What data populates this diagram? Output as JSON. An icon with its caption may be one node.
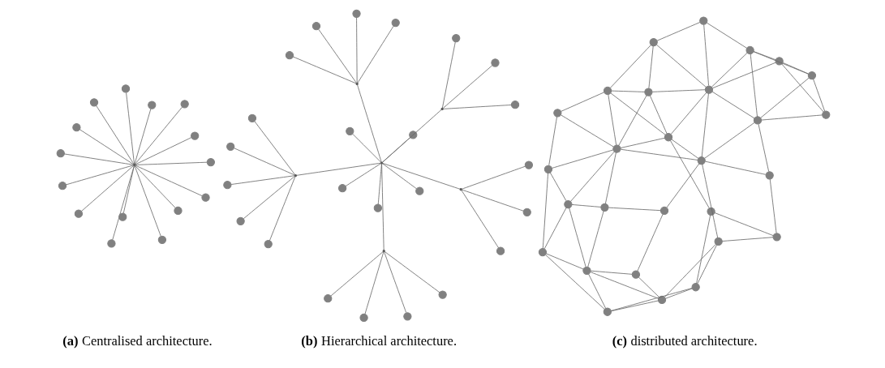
{
  "diagram": {
    "nodes": [
      {
        "text": [],
        "shape": "point"
      },
      {
        "text": [],
        "shape": "circle"
      },
      {
        "text": [],
        "shape": "circle"
      },
      {
        "text": [],
        "shape": "circle"
      },
      {
        "text": [],
        "shape": "circle"
      },
      {
        "text": [],
        "shape": "circle"
      },
      {
        "text": [],
        "shape": "circle"
      },
      {
        "text": [],
        "shape": "circle"
      },
      {
        "text": [],
        "shape": "circle"
      },
      {
        "text": [],
        "shape": "circle"
      },
      {
        "text": [],
        "shape": "circle"
      },
      {
        "text": [],
        "shape": "circle"
      },
      {
        "text": [],
        "shape": "circle"
      },
      {
        "text": [],
        "shape": "circle"
      },
      {
        "text": [],
        "shape": "circle"
      },
      {
        "text": [],
        "shape": "circle"
      },
      {
        "text": [],
        "shape": "point"
      },
      {
        "text": [],
        "shape": "point"
      },
      {
        "text": [],
        "shape": "circle"
      },
      {
        "text": [],
        "shape": "circle"
      },
      {
        "text": [],
        "shape": "circle"
      },
      {
        "text": [],
        "shape": "circle"
      },
      {
        "text": [],
        "shape": "point"
      },
      {
        "text": [],
        "shape": "circle"
      },
      {
        "text": [],
        "shape": "circle"
      },
      {
        "text": [],
        "shape": "circle"
      },
      {
        "text": [],
        "shape": "circle"
      },
      {
        "text": [],
        "shape": "circle"
      },
      {
        "text": [],
        "shape": "circle"
      },
      {
        "text": [],
        "shape": "circle"
      },
      {
        "text": [],
        "shape": "circle"
      },
      {
        "text": [],
        "shape": "circle"
      },
      {
        "text": [],
        "shape": "point"
      },
      {
        "text": [],
        "shape": "circle"
      },
      {
        "text": [],
        "shape": "circle"
      },
      {
        "text": [],
        "shape": "circle"
      },
      {
        "text": [],
        "shape": "circle"
      },
      {
        "text": [],
        "shape": "circle"
      },
      {
        "text": [],
        "shape": "point"
      },
      {
        "text": [],
        "shape": "circle"
      },
      {
        "text": [],
        "shape": "circle"
      },
      {
        "text": [],
        "shape": "circle"
      },
      {
        "text": [],
        "shape": "point"
      },
      {
        "text": [],
        "shape": "circle"
      },
      {
        "text": [],
        "shape": "circle"
      },
      {
        "text": [],
        "shape": "circle"
      },
      {
        "text": [],
        "shape": "circle"
      },
      {
        "text": [],
        "shape": "circle"
      },
      {
        "text": [],
        "shape": "circle"
      },
      {
        "text": [],
        "shape": "circle"
      },
      {
        "text": [],
        "shape": "circle"
      },
      {
        "text": [],
        "shape": "circle"
      },
      {
        "text": [],
        "shape": "circle"
      },
      {
        "text": [],
        "shape": "circle"
      },
      {
        "text": [],
        "shape": "circle"
      },
      {
        "text": [],
        "shape": "circle"
      },
      {
        "text": [],
        "shape": "circle"
      },
      {
        "text": [],
        "shape": "circle"
      },
      {
        "text": [],
        "shape": "circle"
      },
      {
        "text": [],
        "shape": "circle"
      },
      {
        "text": [],
        "shape": "circle"
      },
      {
        "text": [],
        "shape": "circle"
      },
      {
        "text": [],
        "shape": "circle"
      },
      {
        "text": [],
        "shape": "circle"
      },
      {
        "text": [],
        "shape": "circle"
      },
      {
        "text": [],
        "shape": "circle"
      },
      {
        "text": [],
        "shape": "circle"
      },
      {
        "text": [],
        "shape": "circle"
      },
      {
        "text": [],
        "shape": "circle"
      },
      {
        "text": [],
        "shape": "circle"
      },
      {
        "text": [],
        "shape": "circle"
      },
      {
        "text": [],
        "shape": "circle"
      },
      {
        "text": [],
        "shape": "circle"
      },
      {
        "text": [],
        "shape": "circle"
      }
    ],
    "edges": [
      {
        "from": 0,
        "to": 1,
        "arrow": "none"
      },
      {
        "from": 0,
        "to": 2,
        "arrow": "none"
      },
      {
        "from": 0,
        "to": 3,
        "arrow": "none"
      },
      {
        "from": 0,
        "to": 4,
        "arrow": "none"
      },
      {
        "from": 0,
        "to": 5,
        "arrow": "none"
      },
      {
        "from": 0,
        "to": 6,
        "arrow": "none"
      },
      {
        "from": 0,
        "to": 7,
        "arrow": "none"
      },
      {
        "from": 0,
        "to": 8,
        "arrow": "none"
      },
      {
        "from": 0,
        "to": 9,
        "arrow": "none"
      },
      {
        "from": 0,
        "to": 10,
        "arrow": "none"
      },
      {
        "from": 0,
        "to": 11,
        "arrow": "none"
      },
      {
        "from": 0,
        "to": 12,
        "arrow": "none"
      },
      {
        "from": 0,
        "to": 13,
        "arrow": "none"
      },
      {
        "from": 0,
        "to": 14,
        "arrow": "none"
      },
      {
        "from": 0,
        "to": 15,
        "arrow": "none"
      },
      {
        "from": 16,
        "to": 17,
        "arrow": "none"
      },
      {
        "from": 17,
        "to": 18,
        "arrow": "none"
      },
      {
        "from": 17,
        "to": 19,
        "arrow": "none"
      },
      {
        "from": 17,
        "to": 20,
        "arrow": "none"
      },
      {
        "from": 17,
        "to": 21,
        "arrow": "none"
      },
      {
        "from": 16,
        "to": 22,
        "arrow": "none"
      },
      {
        "from": 22,
        "to": 23,
        "arrow": "none"
      },
      {
        "from": 22,
        "to": 24,
        "arrow": "none"
      },
      {
        "from": 22,
        "to": 25,
        "arrow": "none"
      },
      {
        "from": 22,
        "to": 26,
        "arrow": "none"
      },
      {
        "from": 16,
        "to": 27,
        "arrow": "none"
      },
      {
        "from": 16,
        "to": 28,
        "arrow": "none"
      },
      {
        "from": 16,
        "to": 29,
        "arrow": "none"
      },
      {
        "from": 16,
        "to": 30,
        "arrow": "none"
      },
      {
        "from": 16,
        "to": 31,
        "arrow": "none"
      },
      {
        "from": 16,
        "to": 32,
        "arrow": "none"
      },
      {
        "from": 32,
        "to": 33,
        "arrow": "none"
      },
      {
        "from": 32,
        "to": 34,
        "arrow": "none"
      },
      {
        "from": 32,
        "to": 35,
        "arrow": "none"
      },
      {
        "from": 32,
        "to": 36,
        "arrow": "none"
      },
      {
        "from": 32,
        "to": 37,
        "arrow": "none"
      },
      {
        "from": 16,
        "to": 38,
        "arrow": "none"
      },
      {
        "from": 38,
        "to": 39,
        "arrow": "none"
      },
      {
        "from": 38,
        "to": 40,
        "arrow": "none"
      },
      {
        "from": 38,
        "to": 41,
        "arrow": "none"
      },
      {
        "from": 16,
        "to": 42,
        "arrow": "none"
      },
      {
        "from": 42,
        "to": 43,
        "arrow": "none"
      },
      {
        "from": 42,
        "to": 44,
        "arrow": "none"
      },
      {
        "from": 42,
        "to": 45,
        "arrow": "none"
      },
      {
        "from": 46,
        "to": 47,
        "arrow": "none"
      },
      {
        "from": 46,
        "to": 48,
        "arrow": "none"
      },
      {
        "from": 46,
        "to": 68,
        "arrow": "none"
      },
      {
        "from": 47,
        "to": 49,
        "arrow": "none"
      },
      {
        "from": 47,
        "to": 50,
        "arrow": "none"
      },
      {
        "from": 47,
        "to": 51,
        "arrow": "none"
      },
      {
        "from": 48,
        "to": 55,
        "arrow": "none"
      },
      {
        "from": 48,
        "to": 49,
        "arrow": "none"
      },
      {
        "from": 49,
        "to": 50,
        "arrow": "none"
      },
      {
        "from": 49,
        "to": 59,
        "arrow": "none"
      },
      {
        "from": 50,
        "to": 51,
        "arrow": "none"
      },
      {
        "from": 50,
        "to": 52,
        "arrow": "none"
      },
      {
        "from": 50,
        "to": 54,
        "arrow": "none"
      },
      {
        "from": 51,
        "to": 54,
        "arrow": "none"
      },
      {
        "from": 51,
        "to": 62,
        "arrow": "none"
      },
      {
        "from": 52,
        "to": 53,
        "arrow": "none"
      },
      {
        "from": 52,
        "to": 54,
        "arrow": "none"
      },
      {
        "from": 53,
        "to": 59,
        "arrow": "none"
      },
      {
        "from": 53,
        "to": 61,
        "arrow": "none"
      },
      {
        "from": 54,
        "to": 62,
        "arrow": "none"
      },
      {
        "from": 54,
        "to": 63,
        "arrow": "none"
      },
      {
        "from": 54,
        "to": 61,
        "arrow": "none"
      },
      {
        "from": 55,
        "to": 58,
        "arrow": "none"
      },
      {
        "from": 55,
        "to": 59,
        "arrow": "none"
      },
      {
        "from": 56,
        "to": 58,
        "arrow": "none"
      },
      {
        "from": 56,
        "to": 57,
        "arrow": "none"
      },
      {
        "from": 56,
        "to": 60,
        "arrow": "none"
      },
      {
        "from": 57,
        "to": 58,
        "arrow": "none"
      },
      {
        "from": 57,
        "to": 60,
        "arrow": "none"
      },
      {
        "from": 57,
        "to": 71,
        "arrow": "none"
      },
      {
        "from": 58,
        "to": 59,
        "arrow": "none"
      },
      {
        "from": 58,
        "to": 70,
        "arrow": "none"
      },
      {
        "from": 58,
        "to": 71,
        "arrow": "none"
      },
      {
        "from": 59,
        "to": 64,
        "arrow": "none"
      },
      {
        "from": 59,
        "to": 68,
        "arrow": "none"
      },
      {
        "from": 59,
        "to": 70,
        "arrow": "none"
      },
      {
        "from": 60,
        "to": 70,
        "arrow": "none"
      },
      {
        "from": 60,
        "to": 71,
        "arrow": "none"
      },
      {
        "from": 61,
        "to": 63,
        "arrow": "none"
      },
      {
        "from": 61,
        "to": 64,
        "arrow": "none"
      },
      {
        "from": 62,
        "to": 63,
        "arrow": "none"
      },
      {
        "from": 62,
        "to": 65,
        "arrow": "none"
      },
      {
        "from": 63,
        "to": 65,
        "arrow": "none"
      },
      {
        "from": 63,
        "to": 64,
        "arrow": "none"
      },
      {
        "from": 64,
        "to": 65,
        "arrow": "none"
      },
      {
        "from": 64,
        "to": 66,
        "arrow": "none"
      },
      {
        "from": 64,
        "to": 67,
        "arrow": "none"
      },
      {
        "from": 64,
        "to": 68,
        "arrow": "none"
      },
      {
        "from": 64,
        "to": 69,
        "arrow": "none"
      },
      {
        "from": 65,
        "to": 66,
        "arrow": "none"
      },
      {
        "from": 66,
        "to": 67,
        "arrow": "none"
      },
      {
        "from": 67,
        "to": 68,
        "arrow": "none"
      },
      {
        "from": 67,
        "to": 69,
        "arrow": "none"
      },
      {
        "from": 67,
        "to": 73,
        "arrow": "none"
      },
      {
        "from": 68,
        "to": 69,
        "arrow": "none"
      },
      {
        "from": 68,
        "to": 70,
        "arrow": "none"
      },
      {
        "from": 69,
        "to": 70,
        "arrow": "none"
      },
      {
        "from": 69,
        "to": 73,
        "arrow": "none"
      },
      {
        "from": 70,
        "to": 71,
        "arrow": "none"
      },
      {
        "from": 70,
        "to": 72,
        "arrow": "none"
      },
      {
        "from": 70,
        "to": 73,
        "arrow": "none"
      },
      {
        "from": 71,
        "to": 72,
        "arrow": "none"
      },
      {
        "from": 72,
        "to": 73,
        "arrow": "none"
      }
    ],
    "labels": [
      "**(a)** Centralised architecture.",
      "**(b)** Hierarchical architecture.",
      "**(c)** distributed architecture."
    ]
  }
}
